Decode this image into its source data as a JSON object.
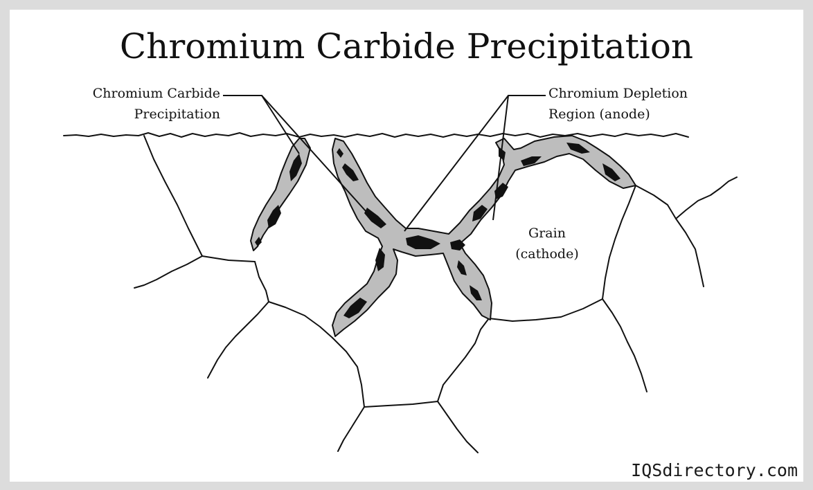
{
  "title": "Chromium Carbide Precipitation",
  "labels": {
    "carbide_line1": "Chromium Carbide",
    "carbide_line2": "Precipitation",
    "depletion_line1": "Chromium Depletion",
    "depletion_line2": "Region (anode)",
    "grain_line1": "Grain",
    "grain_line2": "(cathode)"
  },
  "watermark": "IQSdirectory.com",
  "colors": {
    "background_border": "#dcdcdc",
    "depletion_zone": "#bdbdbd",
    "carbide": "#111111",
    "line": "#111111"
  }
}
